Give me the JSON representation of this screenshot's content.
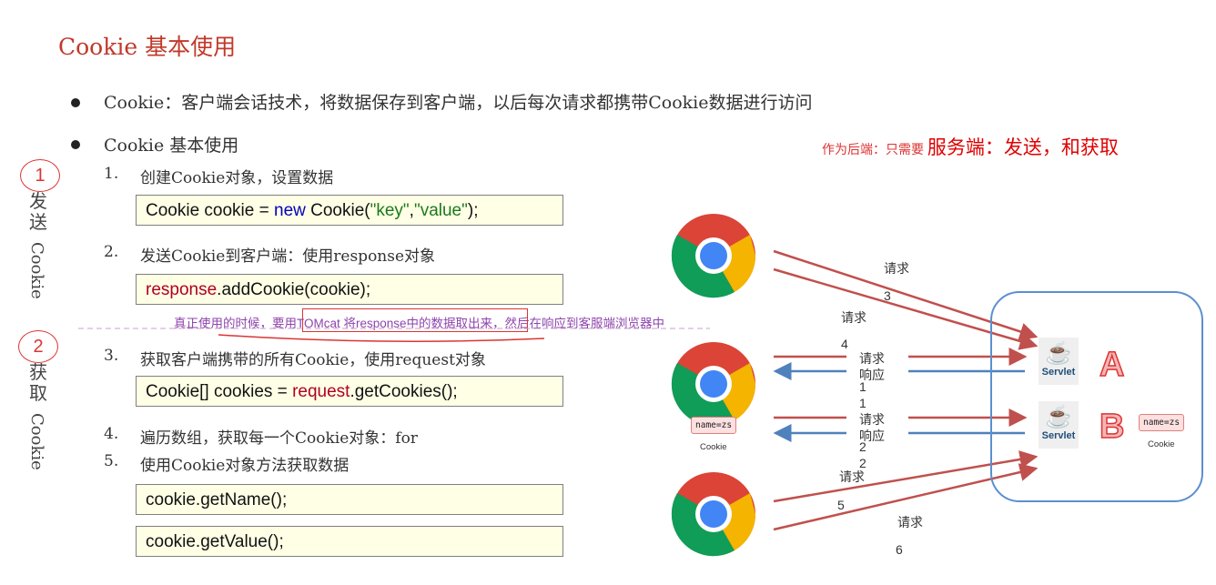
{
  "title": "Cookie 基本使用",
  "bullet1": "Cookie：客户端会话技术，将数据保存到客户端，以后每次请求都携带Cookie数据进行访问",
  "bullet2": "Cookie 基本使用",
  "side_note": {
    "prefix": "作为后端：只需要 ",
    "emphasis": "服务端：发送，和获取"
  },
  "steps": [
    {
      "num": "1.",
      "text": "创建Cookie对象，设置数据"
    },
    {
      "num": "2.",
      "text": "发送Cookie到客户端：使用response对象"
    },
    {
      "num": "3.",
      "text": "获取客户端携带的所有Cookie，使用request对象"
    },
    {
      "num": "4.",
      "text": "遍历数组，获取每一个Cookie对象：for"
    },
    {
      "num": "5.",
      "text": "使用Cookie对象方法获取数据"
    }
  ],
  "code": {
    "c1": {
      "a": "Cookie cookie = ",
      "kw": "new",
      "b": " Cookie(",
      "s1": "\"key\"",
      "comma": ",",
      "s2": "\"value\"",
      "end": ");"
    },
    "c2": {
      "obj": "response",
      "rest": ".addCookie(cookie);"
    },
    "c3": {
      "a": "Cookie[] cookies = ",
      "obj": "request",
      "rest": ".getCookies();"
    },
    "c4": "cookie.getName();",
    "c5": "cookie.getValue();"
  },
  "markers": {
    "m1": "1",
    "m1_chars": [
      "发",
      "送"
    ],
    "m2": "2",
    "m2_chars": [
      "获",
      "取"
    ],
    "cookie_word": "Cookie"
  },
  "annotation": "真正使用的时候，要用TOMcat 将response中的数据取出来，然后在响应到客服端浏览器中",
  "diagram": {
    "labels": {
      "req_top": "请求",
      "n3": "3",
      "req_mid": "请求",
      "n4": "4",
      "req_a": "请求",
      "resp_a": "响应",
      "n1a": "1",
      "n1b": "1",
      "req_b": "请求",
      "resp_b": "响应",
      "n2a": "2",
      "n2b": "2",
      "req_bottom_a": "请求",
      "n5": "5",
      "req_bottom_b": "请求",
      "n6": "6"
    },
    "server_a": "A",
    "server_b": "B",
    "servlet": "Servlet",
    "cookie_tag": "name=zs",
    "cookie_caption": "Cookie",
    "colors": {
      "request": "#c0504d",
      "response": "#4f81bd",
      "server_border": "#5b8fd0"
    }
  }
}
